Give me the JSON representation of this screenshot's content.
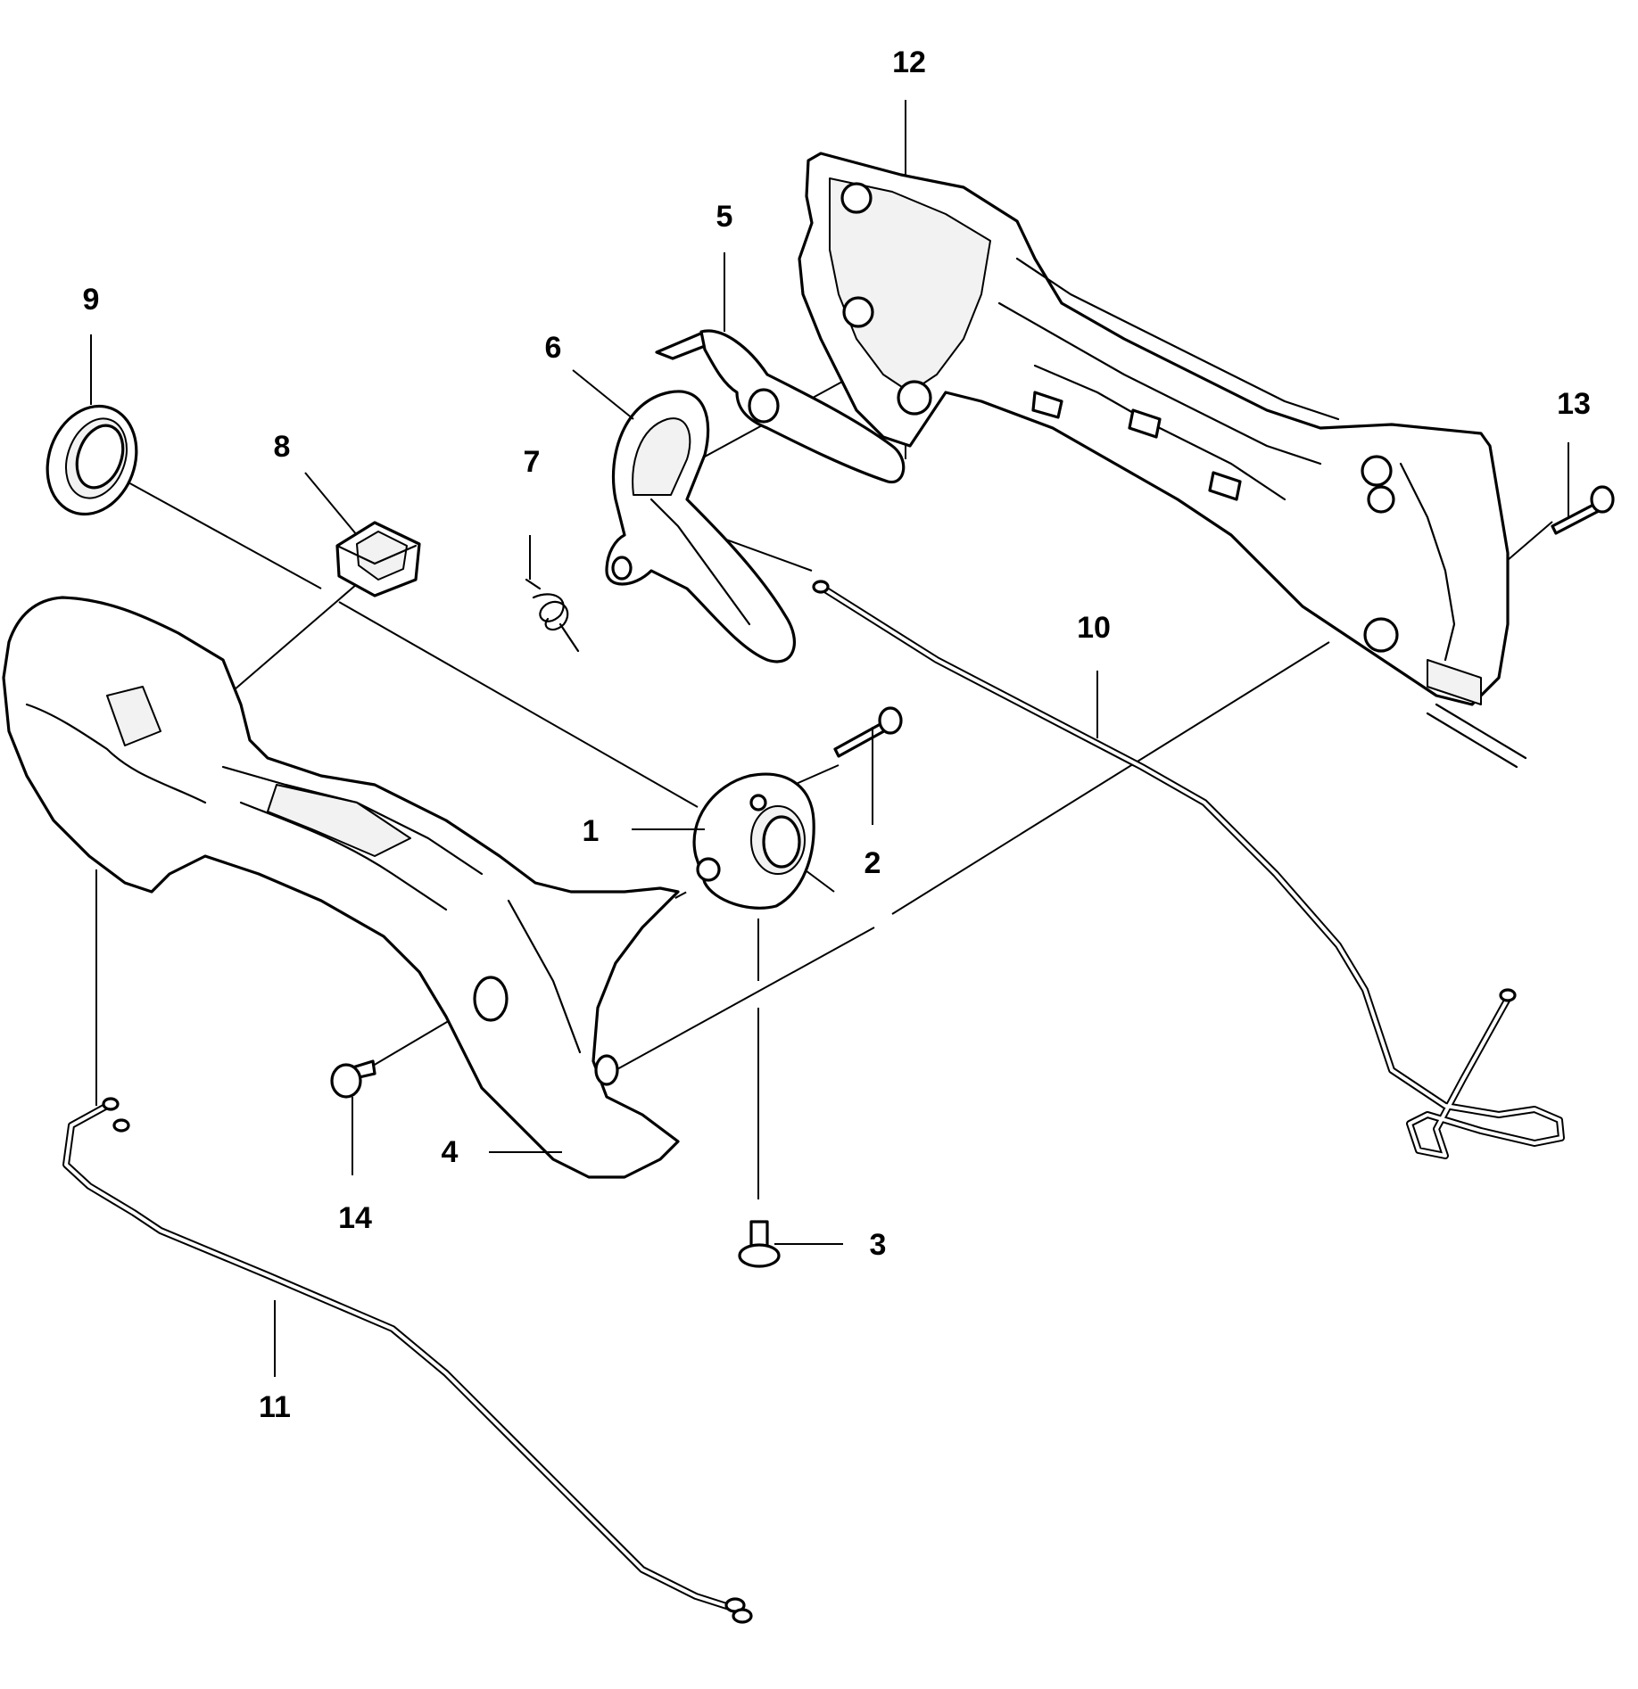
{
  "colors": {
    "line": "#000000",
    "background": "#ffffff",
    "shade": "#f2f2f2"
  },
  "parts": [
    {
      "id": "p1",
      "label": "1"
    },
    {
      "id": "p2",
      "label": "2"
    },
    {
      "id": "p3",
      "label": "3"
    },
    {
      "id": "p4",
      "label": "4"
    },
    {
      "id": "p5",
      "label": "5"
    },
    {
      "id": "p6",
      "label": "6"
    },
    {
      "id": "p7",
      "label": "7"
    },
    {
      "id": "p8",
      "label": "8"
    },
    {
      "id": "p9",
      "label": "9"
    },
    {
      "id": "p10",
      "label": "10"
    },
    {
      "id": "p11",
      "label": "11"
    },
    {
      "id": "p12",
      "label": "12"
    },
    {
      "id": "p13",
      "label": "13"
    },
    {
      "id": "p14",
      "label": "14"
    }
  ]
}
